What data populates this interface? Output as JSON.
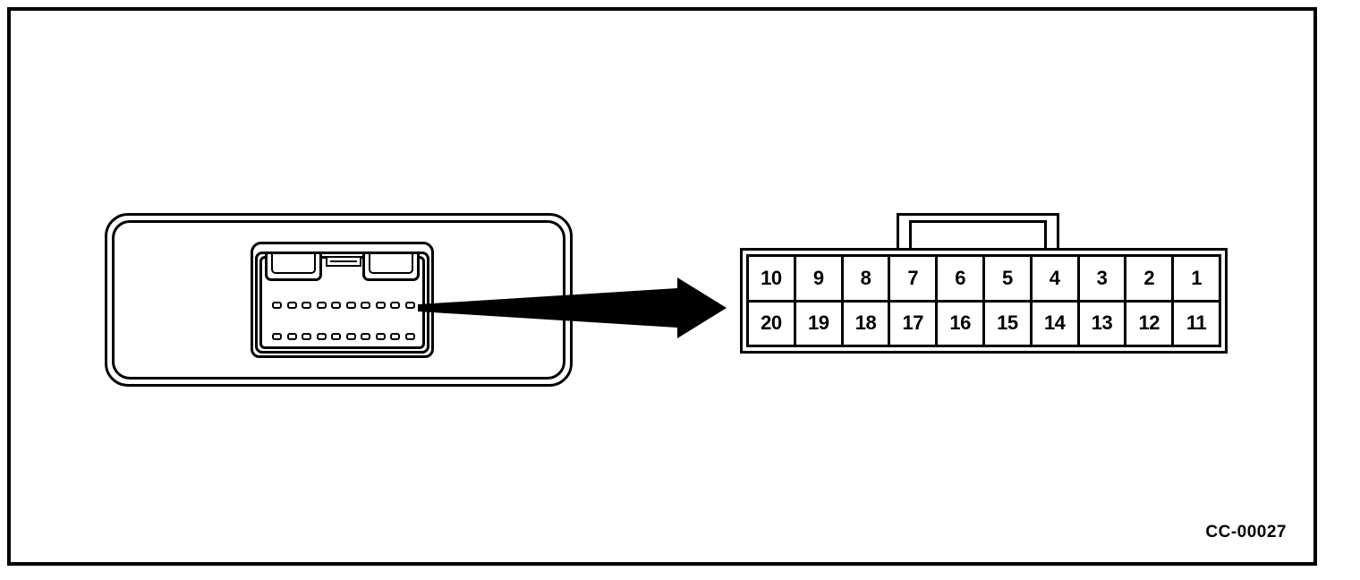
{
  "figure": {
    "caption": "CC-00027",
    "frame_color": "#000000",
    "background_color": "#ffffff"
  },
  "left_connector": {
    "name": "connector-housing-view",
    "description": "20-pin connector housing front view",
    "pin_slot_rows": [
      {
        "row": "top",
        "slot_count": 10
      },
      {
        "row": "bottom",
        "slot_count": 10
      }
    ],
    "latch": {
      "recess_left": "latch-recess-left",
      "recess_right": "latch-recess-right",
      "center_bar": "latch-center-bar"
    }
  },
  "callout": {
    "arrow_name": "callout-arrow",
    "direction": "right"
  },
  "pinout": {
    "name": "pin-numbering-diagram",
    "columns": 10,
    "rows": 2,
    "tab_label": "locking-tab",
    "pin_rows": [
      {
        "row": "top",
        "pins": [
          "10",
          "9",
          "8",
          "7",
          "6",
          "5",
          "4",
          "3",
          "2",
          "1"
        ]
      },
      {
        "row": "bottom",
        "pins": [
          "20",
          "19",
          "18",
          "17",
          "16",
          "15",
          "14",
          "13",
          "12",
          "11"
        ]
      }
    ]
  }
}
